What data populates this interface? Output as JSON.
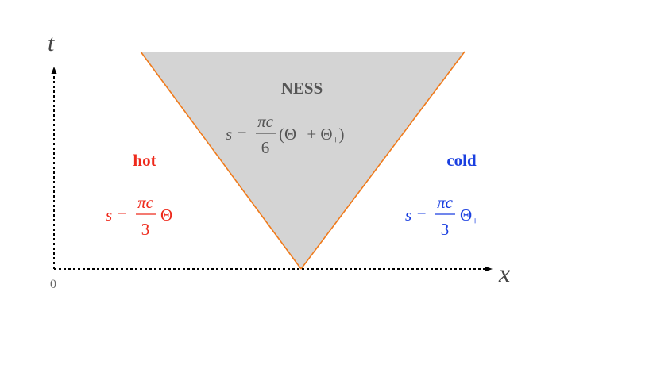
{
  "axes": {
    "t_label": "t",
    "x_label": "x",
    "origin_label": "0"
  },
  "ness": {
    "title": "NESS",
    "formula": {
      "lhs": "s =",
      "num": "πc",
      "den": "6",
      "rhs_open": "(Θ",
      "sub1": "−",
      "plus": " + Θ",
      "sub2": "+",
      "rhs_close": ")"
    }
  },
  "hot": {
    "title": "hot",
    "formula": {
      "lhs": "s =",
      "num": "πc",
      "den": "3",
      "theta": "Θ",
      "sub": "−"
    }
  },
  "cold": {
    "title": "cold",
    "formula": {
      "lhs": "s =",
      "num": "πc",
      "den": "3",
      "theta": "Θ",
      "sub": "+"
    }
  },
  "colors": {
    "hot": "#ee2a1c",
    "cold": "#1a3fe0",
    "ness_text": "#555555",
    "cone_fill": "#d4d4d4",
    "cone_edge": "#f07a1a",
    "axis": "#000000",
    "axis_label": "#444444"
  }
}
